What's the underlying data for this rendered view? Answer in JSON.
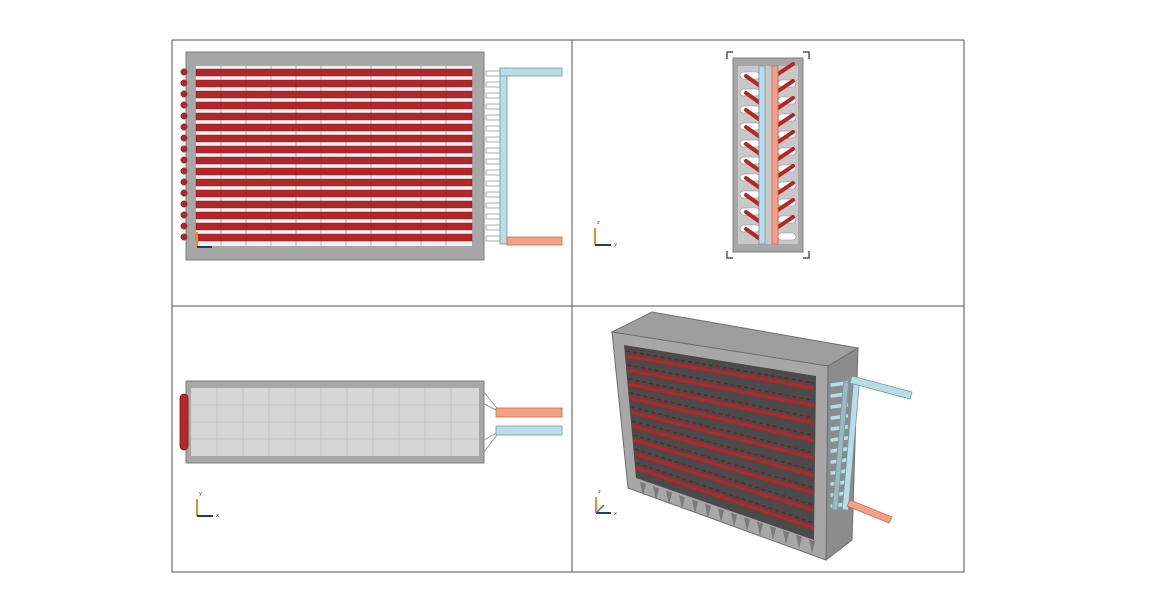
{
  "colors": {
    "background": "#ffffff",
    "frame": "#555555",
    "casing": "#a7a7a7",
    "casing_dark": "#8c8c8c",
    "tube": "#b3262a",
    "tube_dark": "#7e1b1e",
    "fin_gap": "#f2f2f2",
    "inlet_pipe": "#b9dde6",
    "outlet_pipe": "#f3a184",
    "axis_z": "#f08a2c",
    "axis_y": "#1e3c6e"
  },
  "views": [
    {
      "name": "front-view"
    },
    {
      "name": "side-view"
    },
    {
      "name": "top-view"
    },
    {
      "name": "isometric-view"
    }
  ],
  "axis_triads": [
    {
      "view": "side-view",
      "vertical": "z",
      "horizontal": "y"
    },
    {
      "view": "top-view",
      "vertical": "y",
      "horizontal": "x"
    },
    {
      "view": "isometric-view",
      "vertical": "z",
      "horizontal": "x"
    }
  ]
}
